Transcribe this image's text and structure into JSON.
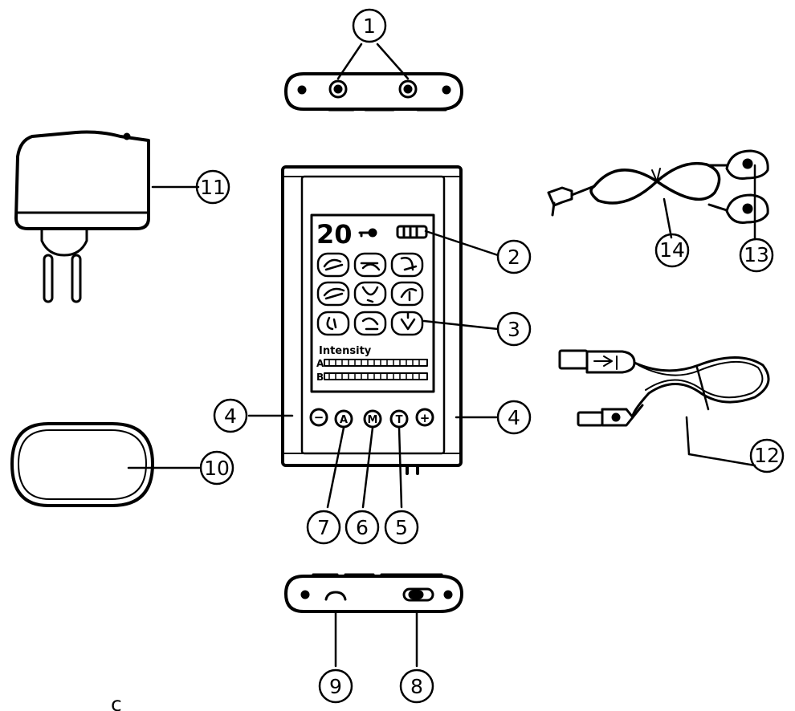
{
  "callouts": {
    "c1": "1",
    "c2": "2",
    "c3": "3",
    "c4_left": "4",
    "c4_right": "4",
    "c5": "5",
    "c6": "6",
    "c7": "7",
    "c8": "8",
    "c9": "9",
    "c10": "10",
    "c11": "11",
    "c12": "12",
    "c13": "13",
    "c14": "14"
  },
  "lcd": {
    "number": "20",
    "intensity_label": "Intensity",
    "channel_a": "A",
    "channel_b": "B"
  },
  "buttons": {
    "minus": "−",
    "auto_mode": "A",
    "mode": "M",
    "timer": "T",
    "plus": "+"
  },
  "stray_glyph": "c"
}
